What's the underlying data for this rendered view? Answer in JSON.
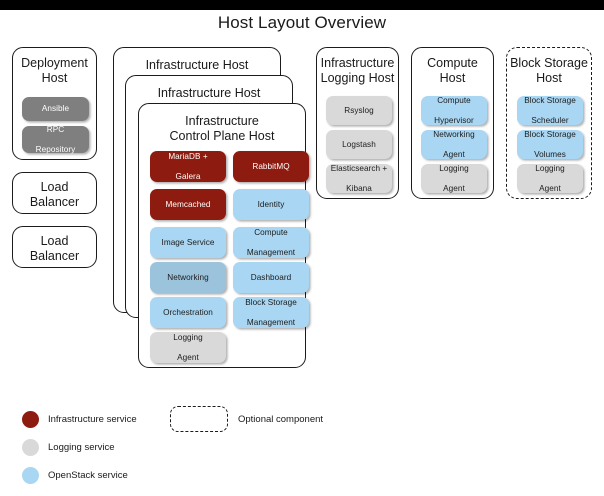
{
  "page": {
    "title": "Host Layout Overview",
    "top_bar_color": "#000000",
    "background": "#ffffff"
  },
  "palette": {
    "infrastructure_service": "#8e1b0f",
    "openstack_service": "#a9d6f2",
    "openstack_service_muted": "#9cc3dc",
    "logging_service": "#d9d9d9",
    "deployment_service": "#7f7f7f",
    "outline": "#1b1b1b",
    "text": "#1a1a1a"
  },
  "hosts": {
    "deployment": {
      "title": "Deployment\nHost",
      "title_line1": "Deployment",
      "title_line2": "Host",
      "optional": false,
      "services": [
        {
          "label": "Ansible",
          "type": "deployment"
        },
        {
          "label_line1": "RPC",
          "label_line2": "Repository",
          "type": "deployment"
        }
      ]
    },
    "load_balancer_1": {
      "title_line1": "Load",
      "title_line2": "Balancer",
      "optional": false,
      "services": []
    },
    "load_balancer_2": {
      "title_line1": "Load",
      "title_line2": "Balancer",
      "optional": false,
      "services": []
    },
    "infrastructure_stack": {
      "back_card_title": "Infrastructure Host",
      "middle_card_title": "Infrastructure Host",
      "front_card_title_line1": "Infrastructure",
      "front_card_title_line2": "Control Plane Host",
      "optional": false,
      "services_left": [
        {
          "label_line1": "MariaDB +",
          "label_line2": "Galera",
          "type": "infrastructure"
        },
        {
          "label": "Memcached",
          "type": "infrastructure"
        },
        {
          "label": "Image Service",
          "type": "openstack"
        },
        {
          "label": "Networking",
          "type": "openstack-muted"
        },
        {
          "label": "Orchestration",
          "type": "openstack"
        },
        {
          "label_line1": "Logging",
          "label_line2": "Agent",
          "type": "logging"
        }
      ],
      "services_right": [
        {
          "label": "RabbitMQ",
          "type": "infrastructure"
        },
        {
          "label": "Identity",
          "type": "openstack"
        },
        {
          "label_line1": "Compute",
          "label_line2": "Management",
          "type": "openstack"
        },
        {
          "label": "Dashboard",
          "type": "openstack"
        },
        {
          "label_line1": "Block Storage",
          "label_line2": "Management",
          "type": "openstack"
        }
      ]
    },
    "infrastructure_logging": {
      "title_line1": "Infrastructure",
      "title_line2": "Logging Host",
      "optional": false,
      "services": [
        {
          "label": "Rsyslog",
          "type": "logging"
        },
        {
          "label": "Logstash",
          "type": "logging"
        },
        {
          "label_line1": "Elasticsearch +",
          "label_line2": "Kibana",
          "type": "logging"
        }
      ]
    },
    "compute": {
      "title_line1": "Compute",
      "title_line2": "Host",
      "optional": false,
      "services": [
        {
          "label_line1": "Compute",
          "label_line2": "Hypervisor",
          "type": "openstack"
        },
        {
          "label_line1": "Networking",
          "label_line2": "Agent",
          "type": "openstack"
        },
        {
          "label_line1": "Logging",
          "label_line2": "Agent",
          "type": "logging"
        }
      ]
    },
    "block_storage": {
      "title_line1": "Block Storage",
      "title_line2": "Host",
      "optional": true,
      "services": [
        {
          "label_line1": "Block Storage",
          "label_line2": "Scheduler",
          "type": "openstack"
        },
        {
          "label_line1": "Block Storage",
          "label_line2": "Volumes",
          "type": "openstack"
        },
        {
          "label_line1": "Logging",
          "label_line2": "Agent",
          "type": "logging"
        }
      ]
    }
  },
  "legend": {
    "items": [
      {
        "label": "Infrastructure service",
        "color": "#8e1b0f",
        "shape": "circle"
      },
      {
        "label": "Logging service",
        "color": "#d9d9d9",
        "shape": "circle"
      },
      {
        "label": "OpenStack service",
        "color": "#a9d6f2",
        "shape": "circle"
      }
    ],
    "optional": {
      "label": "Optional component",
      "shape": "dashed-rounded-rect"
    }
  }
}
